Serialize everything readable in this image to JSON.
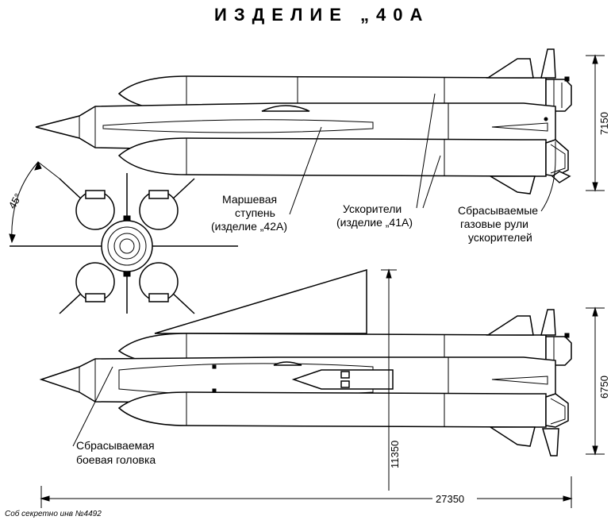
{
  "title": "ИЗДЕЛИЕ „40А",
  "labels": {
    "sustainer": [
      "Маршевая",
      "ступень",
      "(изделие „42А)"
    ],
    "boosters": [
      "Ускорители",
      "(изделие „41А)"
    ],
    "vanes": [
      "Сбрасываемые",
      "газовые рули",
      "ускорителей"
    ],
    "warhead": [
      "Сбрасываемая",
      "боевая головка"
    ]
  },
  "dimensions": {
    "height_top": "7150",
    "height_bottom": "6750",
    "length": "27350",
    "span_offset": "11350",
    "angle": "45°"
  },
  "footer": "Соб секретно инв №4492"
}
